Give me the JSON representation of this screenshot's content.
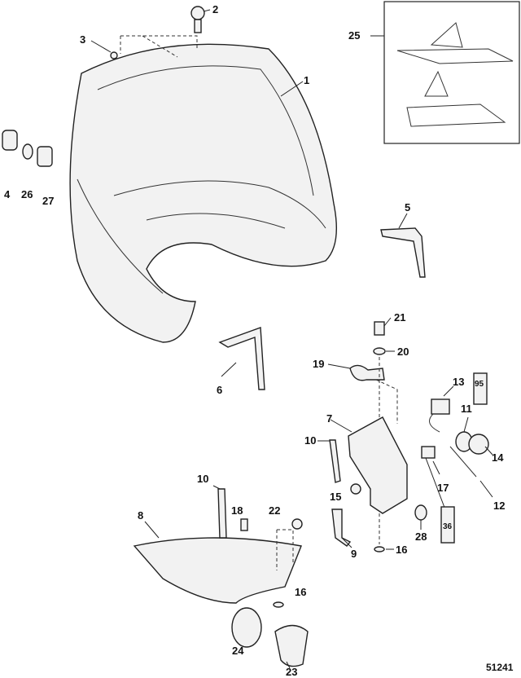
{
  "diagram": {
    "figure_number": "51241",
    "callouts": {
      "c1": "1",
      "c2": "2",
      "c3": "3",
      "c4": "4",
      "c5": "5",
      "c6": "6",
      "c7": "7",
      "c8": "8",
      "c9": "9",
      "c10a": "10",
      "c10b": "10",
      "c11": "11",
      "c12": "12",
      "c13": "13",
      "c14": "14",
      "c15": "15",
      "c16a": "16",
      "c16b": "16",
      "c17": "17",
      "c18": "18",
      "c19": "19",
      "c20": "20",
      "c21": "21",
      "c22": "22",
      "c23": "23",
      "c24": "24",
      "c25": "25",
      "c26": "26",
      "c27": "27",
      "c28": "28"
    },
    "tube_labels": {
      "t95": "95",
      "t36": "36"
    }
  }
}
